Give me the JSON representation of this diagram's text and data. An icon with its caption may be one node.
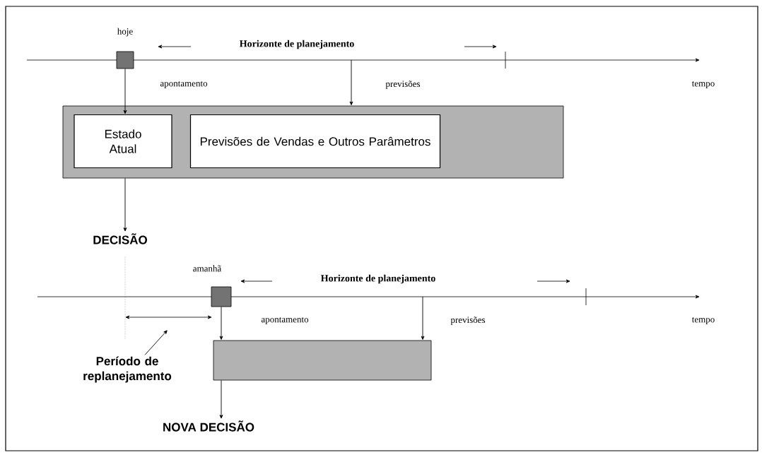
{
  "diagram": {
    "nodes": [
      {
        "text": [],
        "shape": "box",
        "beside": [
          "hoje"
        ]
      },
      {
        "text": [],
        "shape": "box"
      },
      {
        "text": [
          "Estado Atual"
        ],
        "in": 1
      },
      {
        "text": [
          "Previsões de Vendas e Outros Parâmetros"
        ],
        "in": 1
      },
      {
        "text": [
          "DECISÃO"
        ]
      },
      {
        "text": [],
        "shape": "box",
        "beside": [
          "amanhã"
        ]
      },
      {
        "text": [],
        "shape": "box"
      },
      {
        "text": [
          "NOVA DECISÃO"
        ]
      },
      {
        "text": [
          "Período de replanejamento"
        ]
      }
    ],
    "edges": [
      {
        "from": 0,
        "to": 2,
        "arrow": "to",
        "label": "apontamento"
      },
      {
        "from": null,
        "to": 1,
        "arrow": "to",
        "label": "previsões"
      },
      {
        "from": 1,
        "to": 4,
        "arrow": "to"
      },
      {
        "from": 5,
        "to": 6,
        "arrow": "to",
        "label": "apontamento"
      },
      {
        "from": null,
        "to": 6,
        "arrow": "to",
        "label": "previsões"
      },
      {
        "from": 6,
        "to": 7,
        "arrow": "to"
      },
      {
        "from": 8,
        "to": null,
        "arrow": "to"
      }
    ],
    "labels": [
      "Horizonte de planejamento",
      "tempo",
      "Horizonte de planejamento",
      "tempo"
    ]
  }
}
